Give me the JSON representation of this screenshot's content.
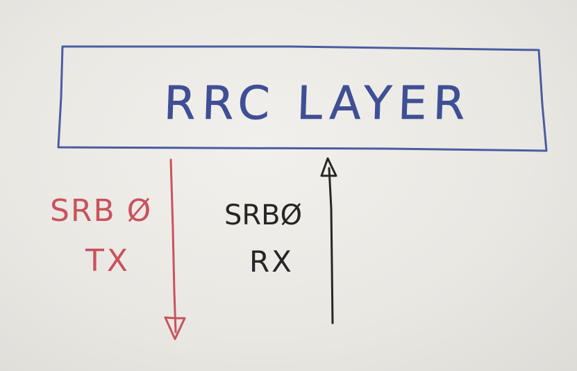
{
  "diagram": {
    "layer_box": {
      "label": "RRC LAYER",
      "stroke_color": "#4a5ba3"
    },
    "tx_path": {
      "title": "SRB Ø",
      "subtitle": "TX",
      "color": "#c9525e",
      "direction": "down"
    },
    "rx_path": {
      "title": "SRBØ",
      "subtitle": "RX",
      "color": "#262626",
      "direction": "up"
    }
  }
}
